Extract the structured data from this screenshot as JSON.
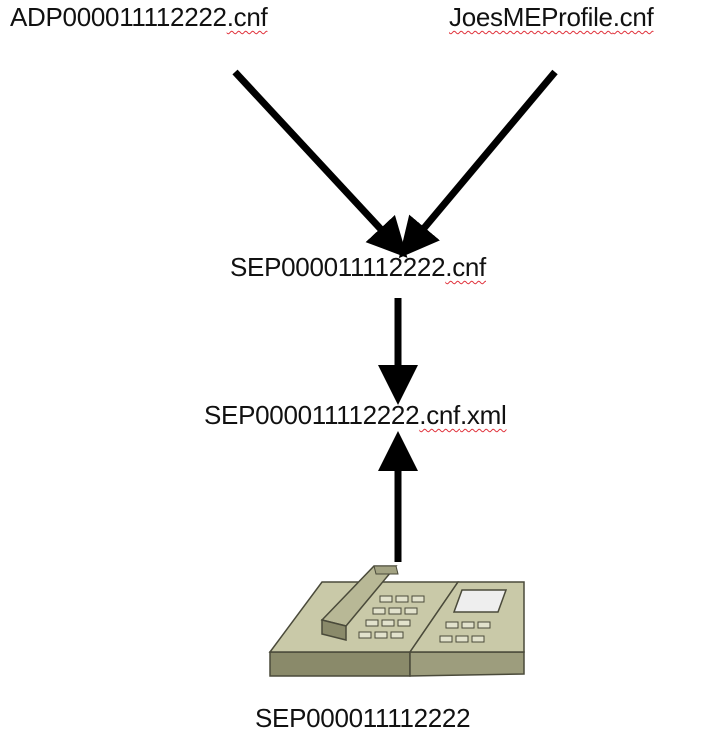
{
  "nodes": {
    "adp_file": {
      "name": "ADP000011112222",
      "ext": ".cnf"
    },
    "profile_file": {
      "name": "JoesMEProfile",
      "ext": ".cnf"
    },
    "sep_cnf": {
      "name": "SEP000011112222",
      "ext": ".cnf"
    },
    "sep_xml": {
      "name": "SEP000011112222",
      "ext1": ".cnf",
      "ext2": ".xml"
    },
    "phone": {
      "label": "SEP000011112222",
      "icon": "ip-phone-icon"
    }
  },
  "colors": {
    "arrow": "#000000",
    "phone_body": "#c9c9a8",
    "phone_dark": "#8a8a6a",
    "phone_screen": "#eeeeee",
    "spell_underline": "#e0303a"
  }
}
